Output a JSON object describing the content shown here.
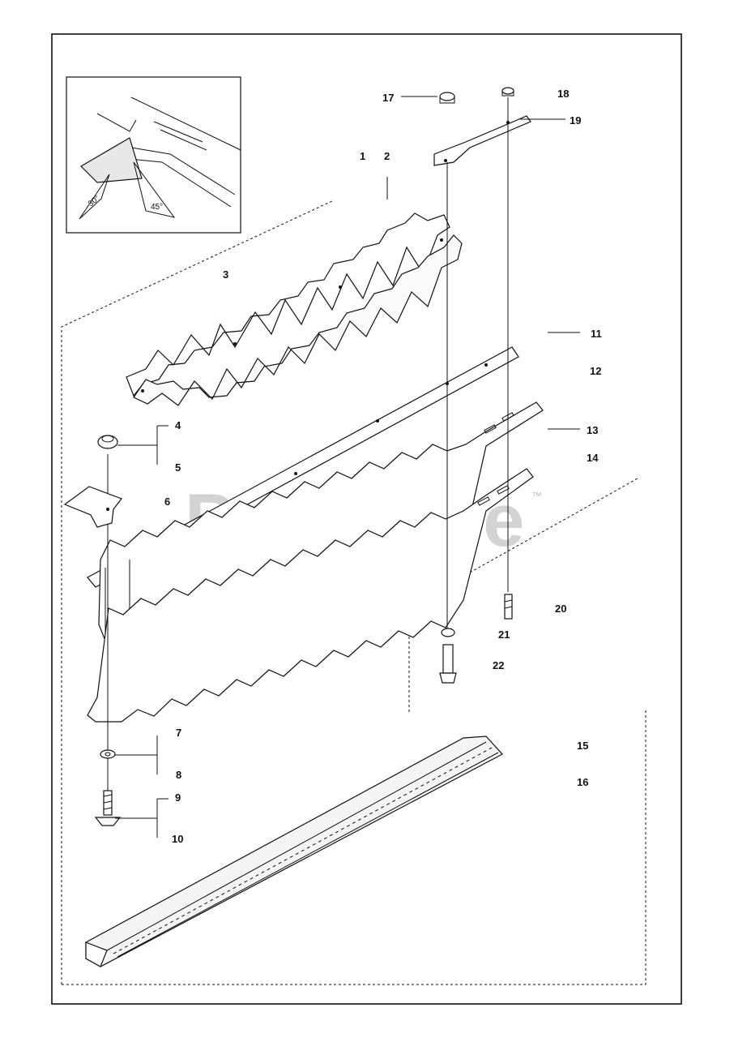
{
  "diagram": {
    "callouts": [
      {
        "id": "c1",
        "text": "1"
      },
      {
        "id": "c2",
        "text": "2"
      },
      {
        "id": "c3",
        "text": "3"
      },
      {
        "id": "c4",
        "text": "4"
      },
      {
        "id": "c5",
        "text": "5"
      },
      {
        "id": "c6",
        "text": "6"
      },
      {
        "id": "c7",
        "text": "7"
      },
      {
        "id": "c8",
        "text": "8"
      },
      {
        "id": "c9",
        "text": "9"
      },
      {
        "id": "c10",
        "text": "10"
      },
      {
        "id": "c11",
        "text": "11"
      },
      {
        "id": "c12",
        "text": "12"
      },
      {
        "id": "c13",
        "text": "13"
      },
      {
        "id": "c14",
        "text": "14"
      },
      {
        "id": "c15",
        "text": "15"
      },
      {
        "id": "c16",
        "text": "16"
      },
      {
        "id": "c17",
        "text": "17"
      },
      {
        "id": "c18",
        "text": "18"
      },
      {
        "id": "c19",
        "text": "19"
      },
      {
        "id": "c20",
        "text": "20"
      },
      {
        "id": "c21",
        "text": "21"
      },
      {
        "id": "c22",
        "text": "22"
      }
    ],
    "inset": {
      "angle_left": "30°",
      "angle_right": "45°"
    },
    "watermark": {
      "text": "PartsTree",
      "trademark": "™"
    }
  }
}
